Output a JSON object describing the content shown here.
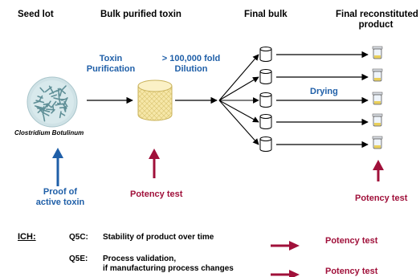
{
  "headers": {
    "seed_lot": "Seed lot",
    "bulk_purified_toxin": "Bulk purified toxin",
    "final_bulk": "Final bulk",
    "final_product_line1": "Final reconstituted",
    "final_product_line2": "product"
  },
  "process": {
    "purification_line1": "Toxin",
    "purification_line2": "Purification",
    "dilution_line1": "> 100,000 fold",
    "dilution_line2": "Dilution",
    "drying": "Drying",
    "organism": "Clostridium Botulinum"
  },
  "tests": {
    "proof_line1": "Proof of",
    "proof_line2": "active toxin",
    "potency_bulk": "Potency test",
    "potency_final": "Potency test"
  },
  "ich": {
    "label": "ICH:",
    "items": [
      {
        "code": "Q5C:",
        "text_line1": "Stability of product over time",
        "text_line2": "",
        "test": "Potency test"
      },
      {
        "code": "Q5E:",
        "text_line1": "Process validation,",
        "text_line2": "if manufacturing process changes",
        "test": "Potency test"
      }
    ]
  },
  "colors": {
    "blue_text": "#1f5fa8",
    "blue_arrow": "#1f5fa8",
    "red_text": "#a0103a",
    "red_arrow": "#a0103a",
    "cylinder_fill": "#f6e7a8",
    "cylinder_stroke": "#c9b25a",
    "petri_fill": "#cfe2e6"
  }
}
